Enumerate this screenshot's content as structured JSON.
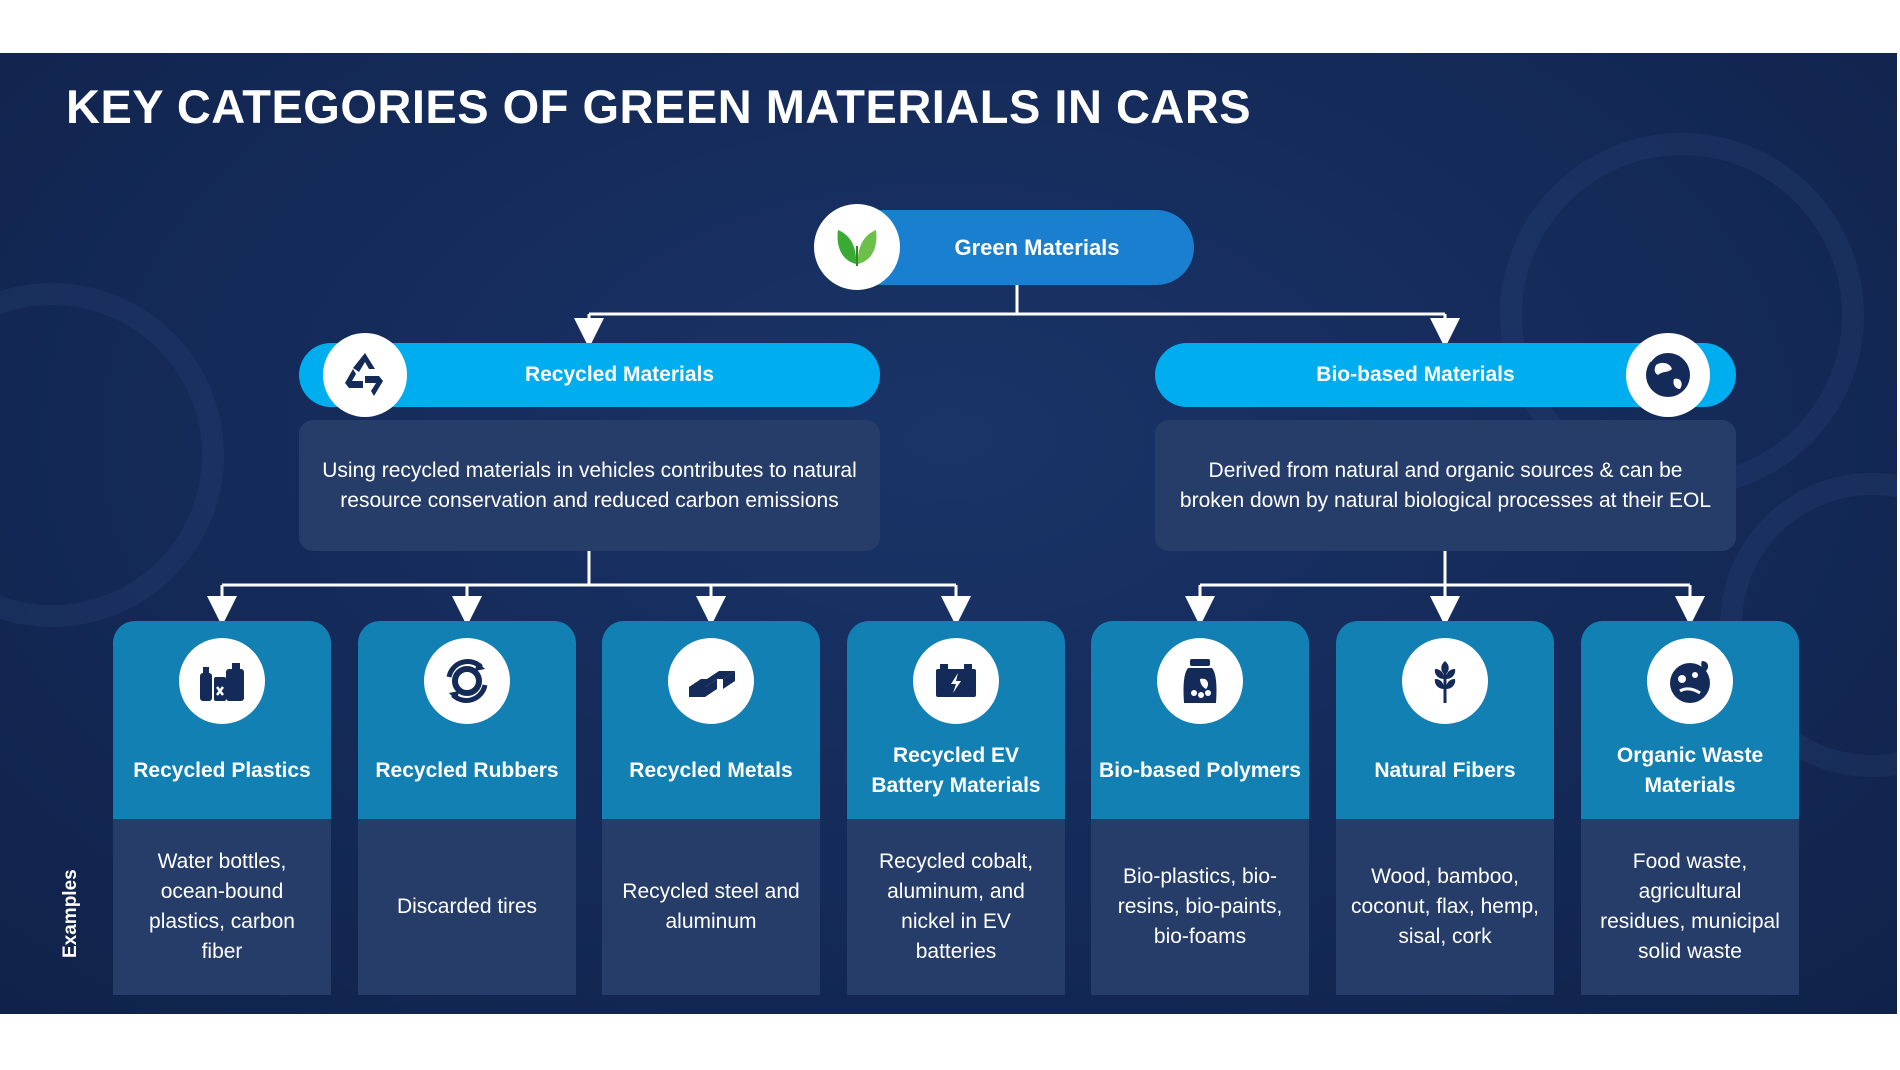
{
  "title": "KEY CATEGORIES OF GREEN MATERIALS IN CARS",
  "root": {
    "label": "Green Materials",
    "icon": "leaf-icon"
  },
  "branches": [
    {
      "label": "Recycled Materials",
      "icon": "recycle-icon",
      "description": "Using recycled materials in vehicles contributes to natural resource conservation and reduced carbon emissions"
    },
    {
      "label": "Bio-based Materials",
      "icon": "earth-cycle-icon",
      "description": "Derived from natural and organic sources & can be broken down by natural biological processes at their EOL"
    }
  ],
  "examples_label": "Examples",
  "categories": [
    {
      "title": "Recycled Plastics",
      "icon": "plastic-bottles-icon",
      "examples": "Water bottles, ocean-bound plastics, carbon fiber"
    },
    {
      "title": "Recycled Rubbers",
      "icon": "tire-cycle-icon",
      "examples": "Discarded tires"
    },
    {
      "title": "Recycled Metals",
      "icon": "metal-bars-icon",
      "examples": "Recycled steel and aluminum"
    },
    {
      "title": "Recycled EV Battery Materials",
      "icon": "battery-icon",
      "examples": "Recycled cobalt, aluminum, and nickel in EV batteries"
    },
    {
      "title": "Bio-based Polymers",
      "icon": "bio-jar-icon",
      "examples": "Bio-plastics, bio-resins, bio-paints, bio-foams"
    },
    {
      "title": "Natural Fibers",
      "icon": "plant-fiber-icon",
      "examples": "Wood, bamboo, coconut, flax, hemp, sisal, cork"
    },
    {
      "title": "Organic Waste Materials",
      "icon": "organic-waste-icon",
      "examples": "Food waste, agricultural residues, municipal solid waste"
    }
  ],
  "colors": {
    "background": "#142a58",
    "root_pill": "#1b7fcf",
    "branch_pill": "#00aeef",
    "card_header": "#1380b4",
    "card_body": "#263d6a",
    "leaf": "#3aaa35",
    "icon": "#142a58"
  }
}
